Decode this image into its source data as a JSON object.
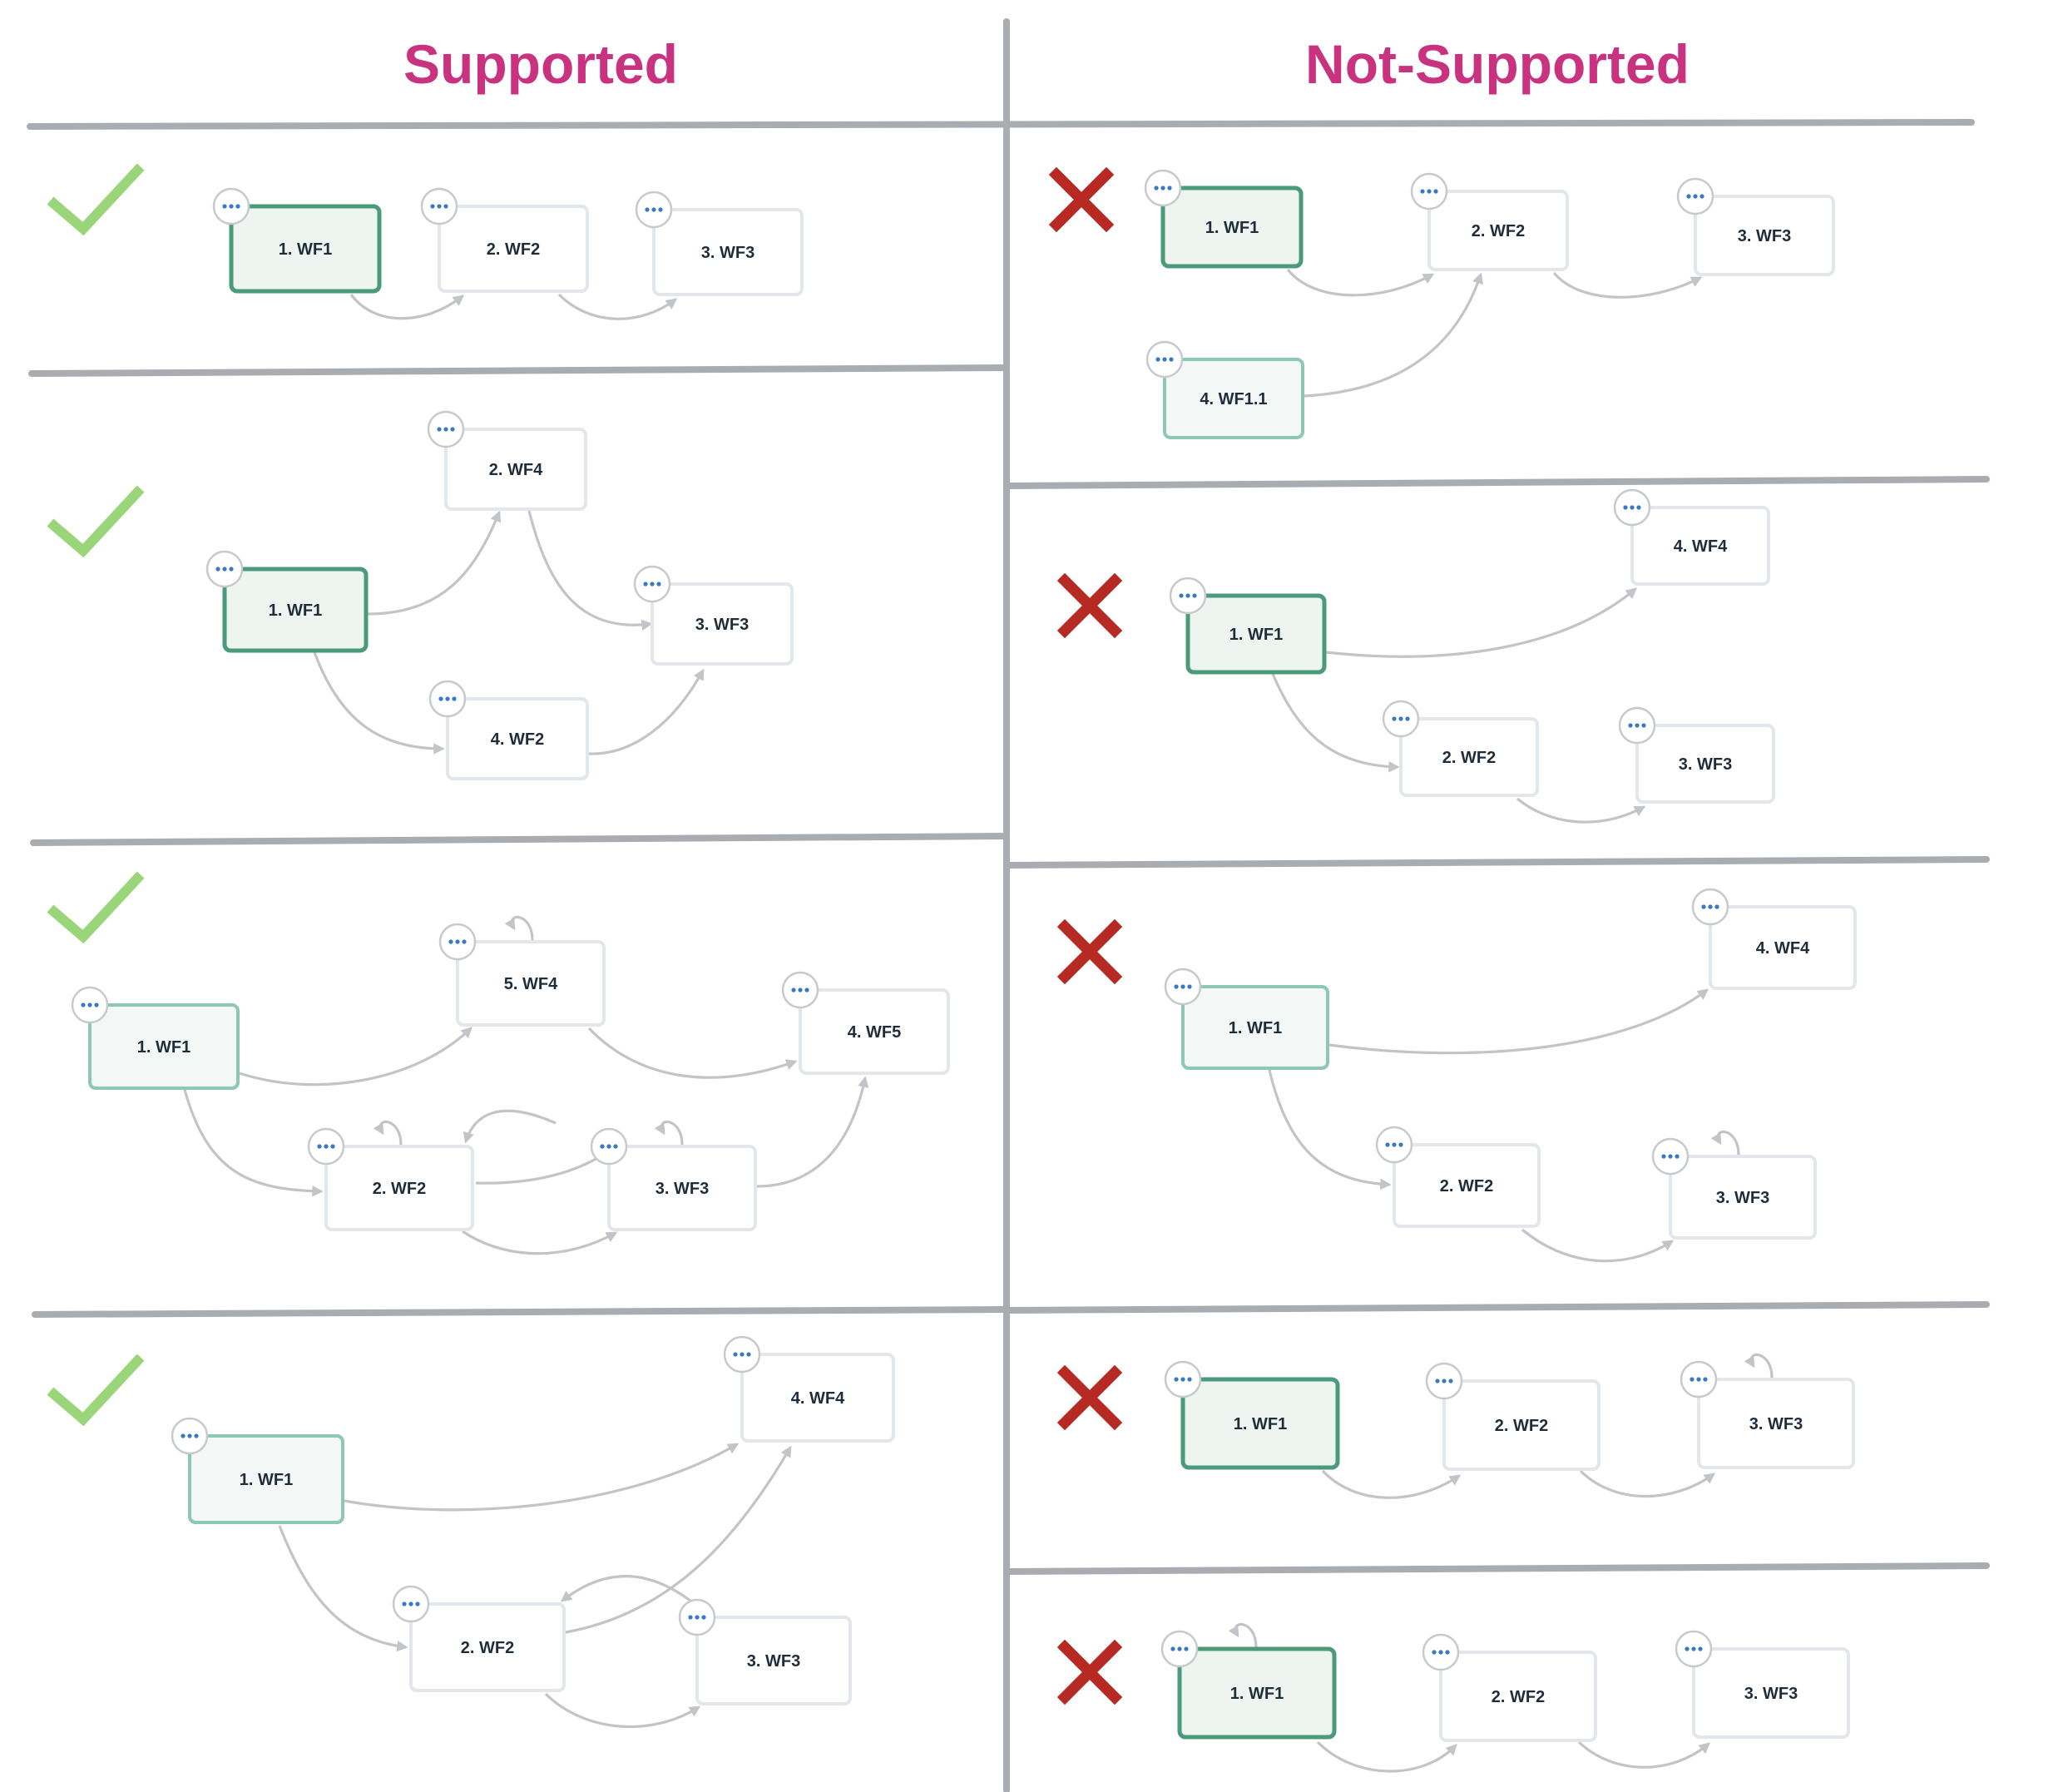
{
  "headers": {
    "supported": "Supported",
    "not_supported": "Not-Supported"
  },
  "colors": {
    "header": "#c8327f",
    "check": "#9bd57a",
    "cross": "#b72a24",
    "start_node_border": "#4b9a7a",
    "divider": "#a9adb2",
    "edge": "#c2c4c7",
    "menu_dots": "#3b78c4"
  },
  "icons": {
    "supported": "check-icon",
    "not_supported": "cross-icon",
    "node_menu": "more-options-icon"
  },
  "panels": [
    {
      "side": "supported",
      "nodes": [
        "1. WF1",
        "2. WF2",
        "3. WF3"
      ]
    },
    {
      "side": "supported",
      "nodes": [
        "1. WF1",
        "2. WF4",
        "3. WF3",
        "4. WF2"
      ]
    },
    {
      "side": "supported",
      "nodes": [
        "1. WF1",
        "5. WF4",
        "4. WF5",
        "2. WF2",
        "3. WF3"
      ]
    },
    {
      "side": "supported",
      "nodes": [
        "1. WF1",
        "4. WF4",
        "2. WF2",
        "3. WF3"
      ]
    },
    {
      "side": "not_supported",
      "nodes": [
        "1. WF1",
        "2. WF2",
        "3. WF3",
        "4. WF1.1"
      ]
    },
    {
      "side": "not_supported",
      "nodes": [
        "1. WF1",
        "4. WF4",
        "2. WF2",
        "3. WF3"
      ]
    },
    {
      "side": "not_supported",
      "nodes": [
        "1. WF1",
        "4. WF4",
        "2. WF2",
        "3. WF3"
      ]
    },
    {
      "side": "not_supported",
      "nodes": [
        "1. WF1",
        "2. WF2",
        "3. WF3"
      ]
    },
    {
      "side": "not_supported",
      "nodes": [
        "1. WF1",
        "2. WF2",
        "3. WF3"
      ]
    }
  ]
}
